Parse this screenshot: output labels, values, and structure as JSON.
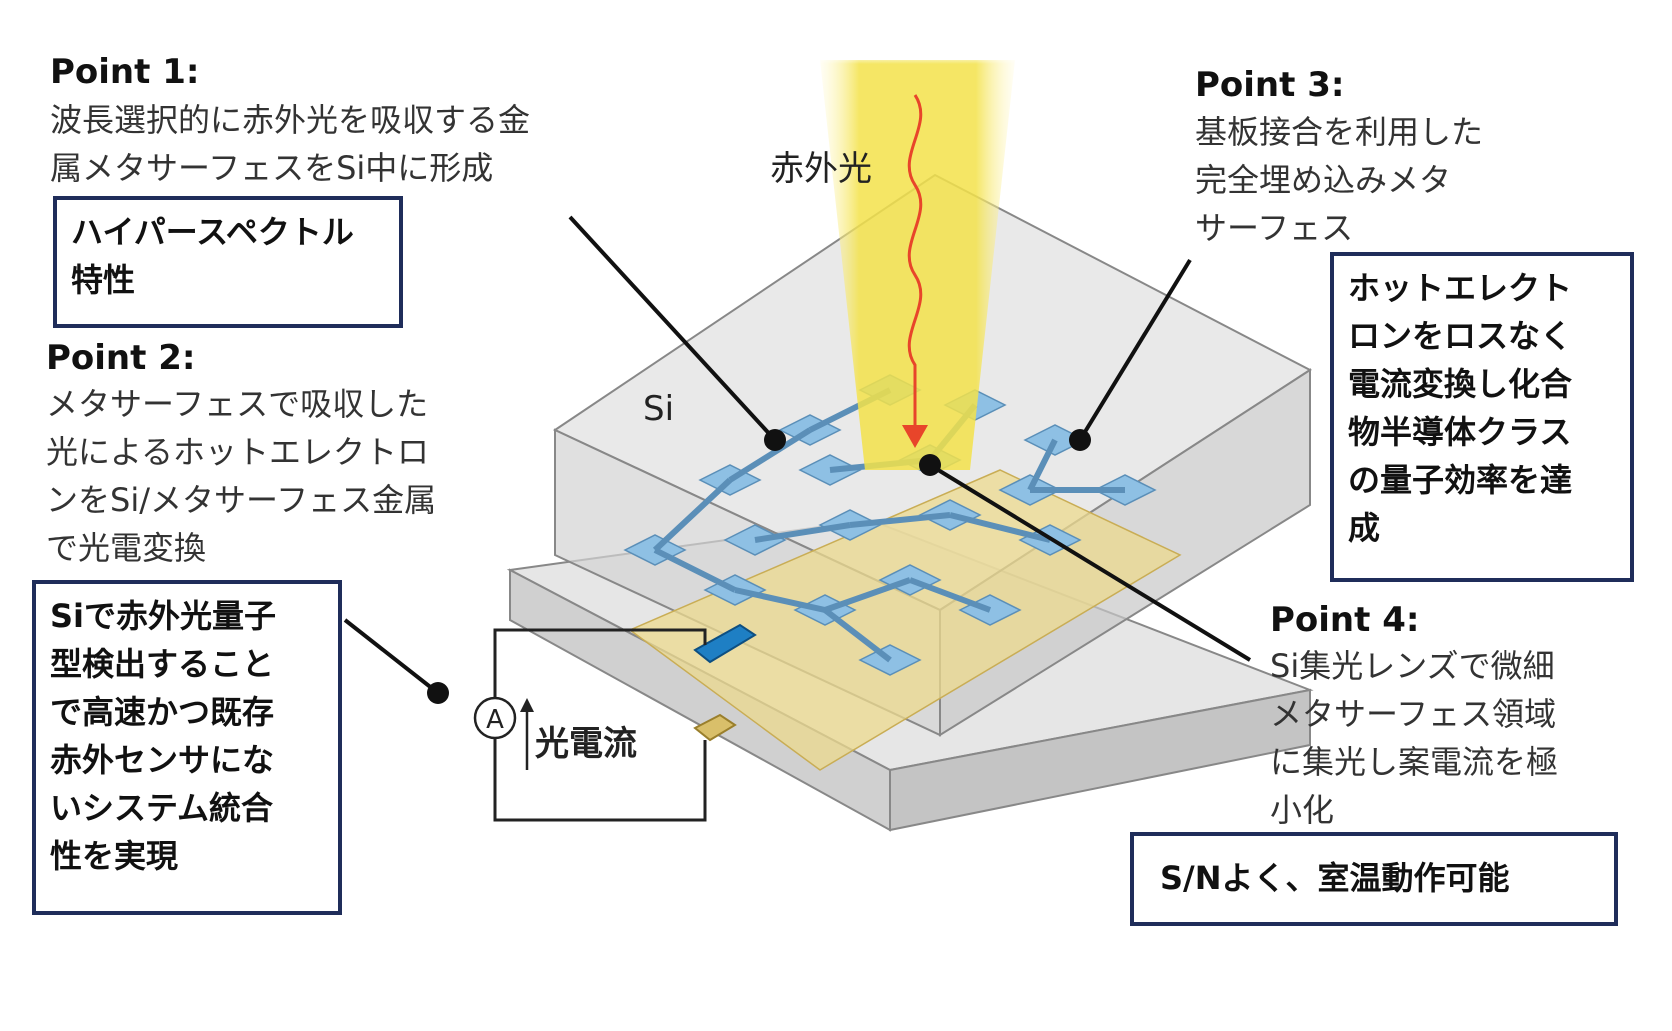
{
  "points": {
    "p1": {
      "title": "Point 1:",
      "body": "波長選択的に赤外光を吸収する金\n属メタサーフェスをSi中に形成"
    },
    "p2": {
      "title": "Point 2:",
      "body": "メタサーフェスで吸収した\n光によるホットエレクトロ\nンをSi/メタサーフェス金属\nで光電変換"
    },
    "p3": {
      "title": "Point 3:",
      "body": "基板接合を利用した\n完全埋め込みメタ\nサーフェス"
    },
    "p4": {
      "title": "Point 4:",
      "body": "Si集光レンズで微細\nメタサーフェス領域\nに集光し案電流を極\n小化"
    }
  },
  "boxes": {
    "hyperspectral": "ハイパースペクトル\n特性",
    "si_detection": "Siで赤外光量子\n型検出すること\nで高速かつ既存\n赤外センサにな\nいシステム統合\n性を実現",
    "hot_electron": "ホットエレクト\nロンをロスなく\n電流変換し化合\n物半導体クラス\nの量子効率を達\n成",
    "sn_room_temp": "S/Nよく、室温動作可能"
  },
  "diagram_labels": {
    "infrared": "赤外光",
    "si": "Si",
    "ammeter": "A",
    "photocurrent": "光電流"
  },
  "colors": {
    "box_border": "#1f2d5a",
    "light_beam": "#f5e34a",
    "arrow": "#e8452a",
    "metasurface": "#7fb3d8",
    "electrode": "#d9bf6a",
    "silicon": "#d8d8d8"
  }
}
